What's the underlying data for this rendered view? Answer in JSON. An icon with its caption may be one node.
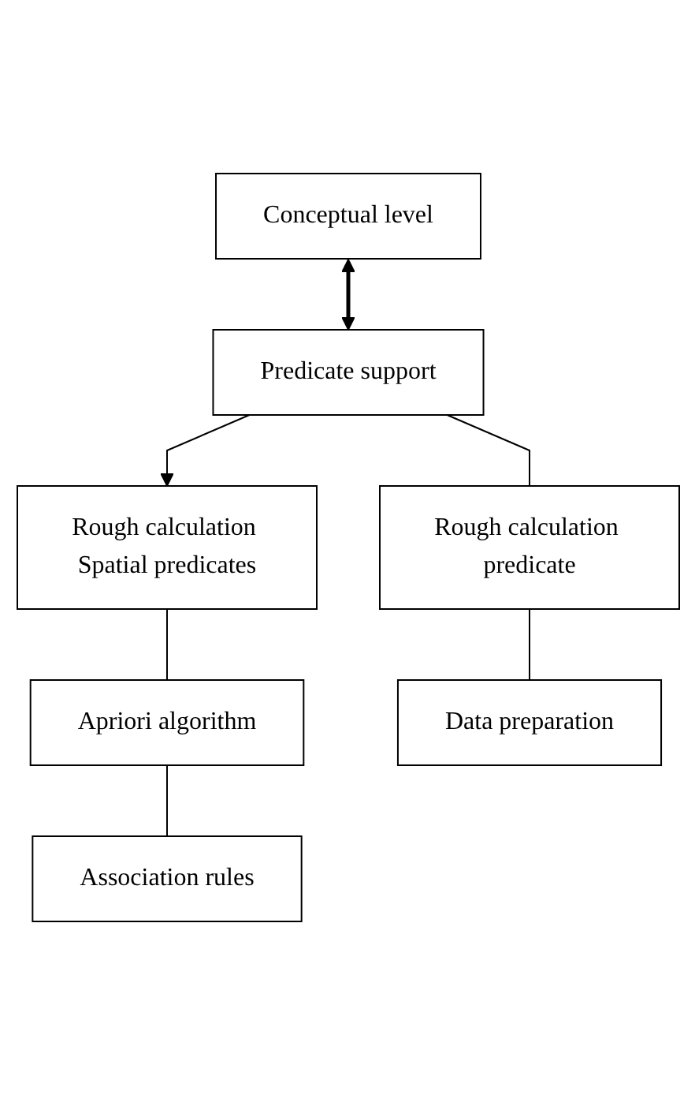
{
  "diagram": {
    "nodes": [
      {
        "text": [
          "Conceptual level"
        ]
      },
      {
        "text": [
          "Predicate support"
        ]
      },
      {
        "text": [
          "Rough calculation Spatial predicates"
        ]
      },
      {
        "text": [
          "Rough calculation predicate"
        ]
      },
      {
        "text": [
          "Apriori algorithm"
        ]
      },
      {
        "text": [
          "Data preparation"
        ]
      },
      {
        "text": [
          "Association rules"
        ]
      }
    ],
    "edges": [
      {
        "from": 0,
        "to": 1,
        "arrow": "both",
        "style": "thick"
      },
      {
        "from": 1,
        "to": 2,
        "arrow": "to"
      },
      {
        "from": 1,
        "to": 3,
        "arrow": "none"
      },
      {
        "from": 3,
        "to": 5,
        "arrow": "none"
      },
      {
        "from": 2,
        "to": 4,
        "arrow": "none"
      },
      {
        "from": 4,
        "to": 6,
        "arrow": "none"
      }
    ]
  }
}
